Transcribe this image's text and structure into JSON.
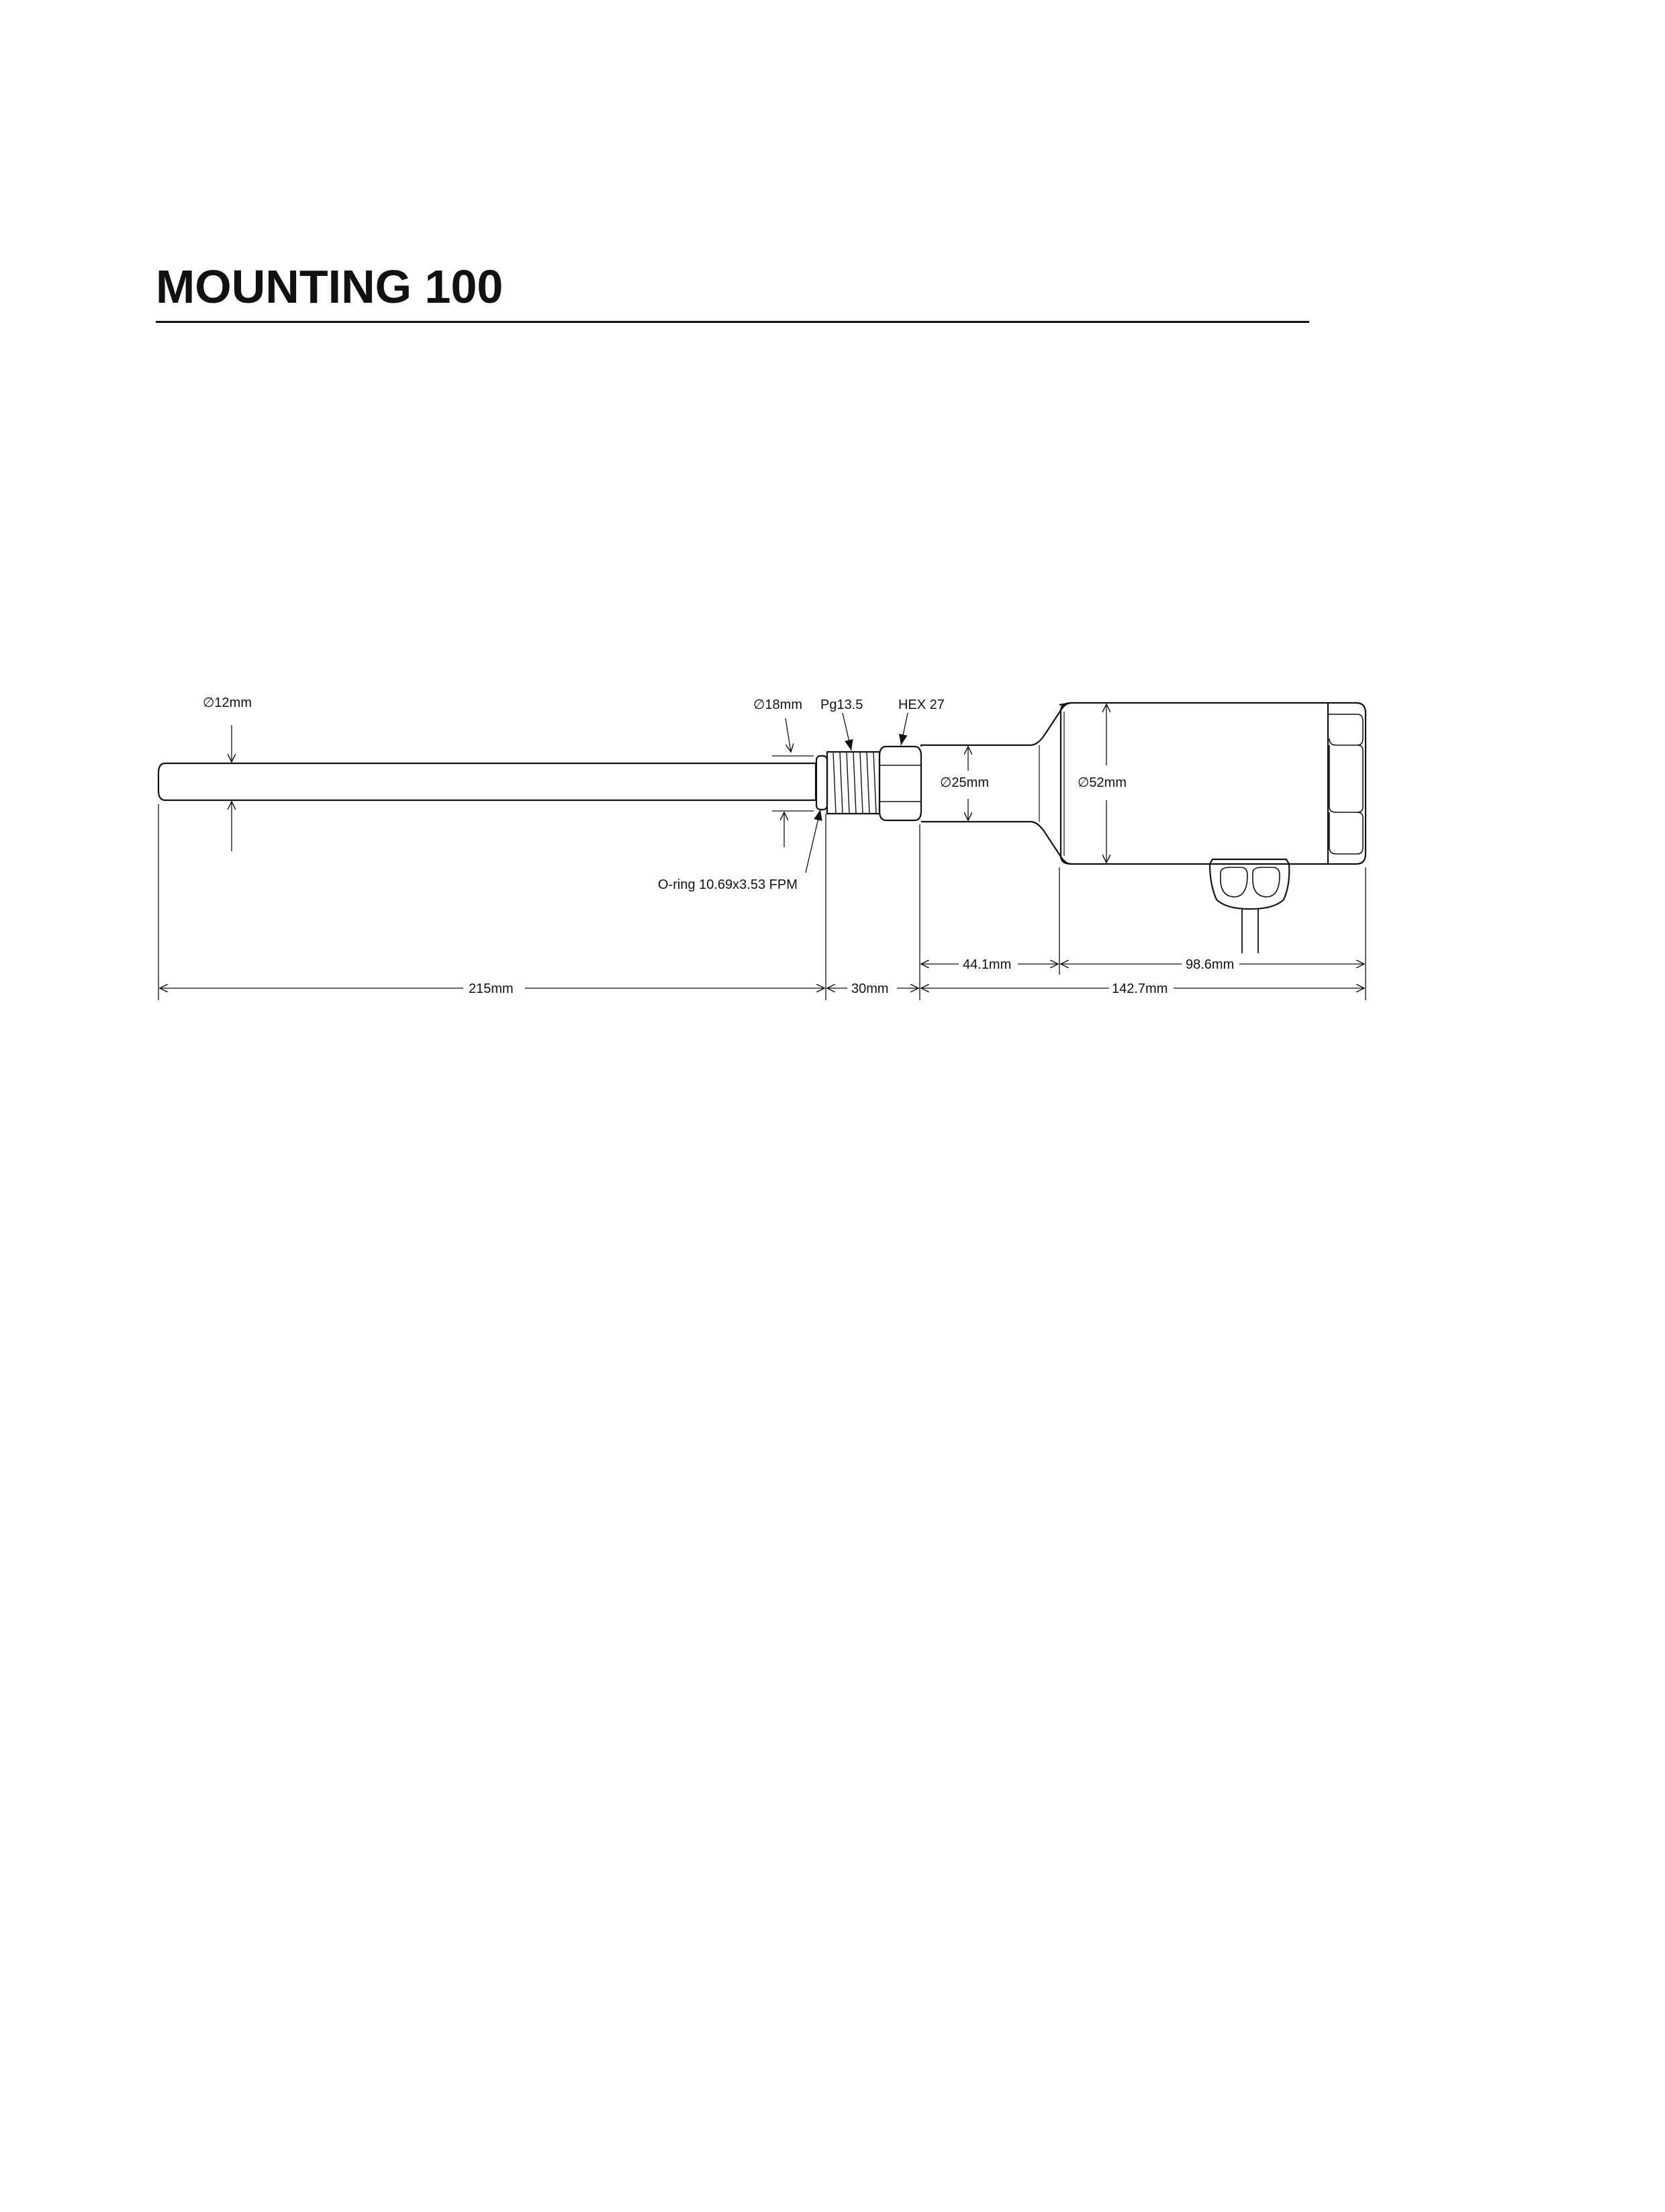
{
  "page": {
    "title": "MOUNTING 100"
  },
  "labels": {
    "d12": "∅12mm",
    "d18": "∅18mm",
    "pg": "Pg13.5",
    "hex": "HEX 27",
    "d25": "∅25mm",
    "d52": "∅52mm",
    "oring": "O-ring 10.69x3.53 FPM",
    "dim215": "215mm",
    "dim30": "30mm",
    "dim441": "44.1mm",
    "dim986": "98.6mm",
    "dim1427": "142.7mm"
  }
}
